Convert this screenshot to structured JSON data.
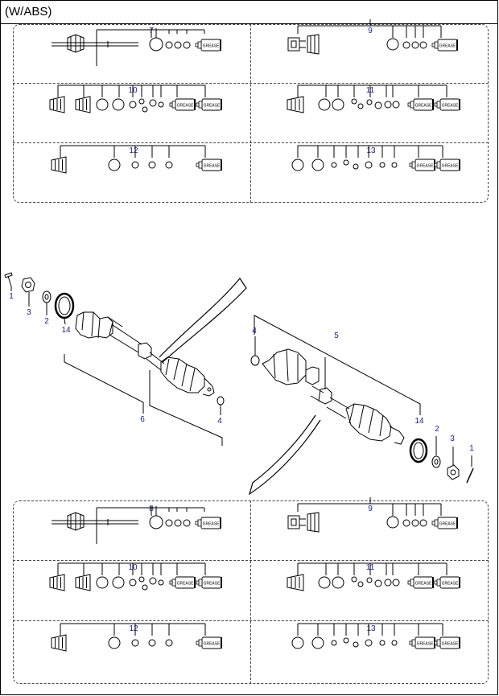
{
  "header": {
    "title": "(W/ABS)"
  },
  "top_kits": [
    {
      "label": "7",
      "variant": "shaft"
    },
    {
      "label": "9",
      "variant": "housing"
    },
    {
      "label": "10",
      "variant": "double-boot"
    },
    {
      "label": "11",
      "variant": "double-boot-b"
    },
    {
      "label": "12",
      "variant": "single-boot"
    },
    {
      "label": "13",
      "variant": "rings"
    }
  ],
  "bottom_kits": [
    {
      "label": "8",
      "variant": "shaft"
    },
    {
      "label": "9",
      "variant": "housing"
    },
    {
      "label": "10",
      "variant": "double-boot"
    },
    {
      "label": "11",
      "variant": "double-boot-b"
    },
    {
      "label": "12",
      "variant": "single-boot"
    },
    {
      "label": "13",
      "variant": "rings"
    }
  ],
  "callouts_left": [
    "1",
    "3",
    "2",
    "14",
    "6",
    "4"
  ],
  "callouts_right": [
    "4",
    "5",
    "14",
    "2",
    "3",
    "1"
  ],
  "grease_label": "GREASE",
  "colors": {
    "line": "#000000",
    "callout": "#1a1a9c",
    "dashed": "#444444"
  }
}
